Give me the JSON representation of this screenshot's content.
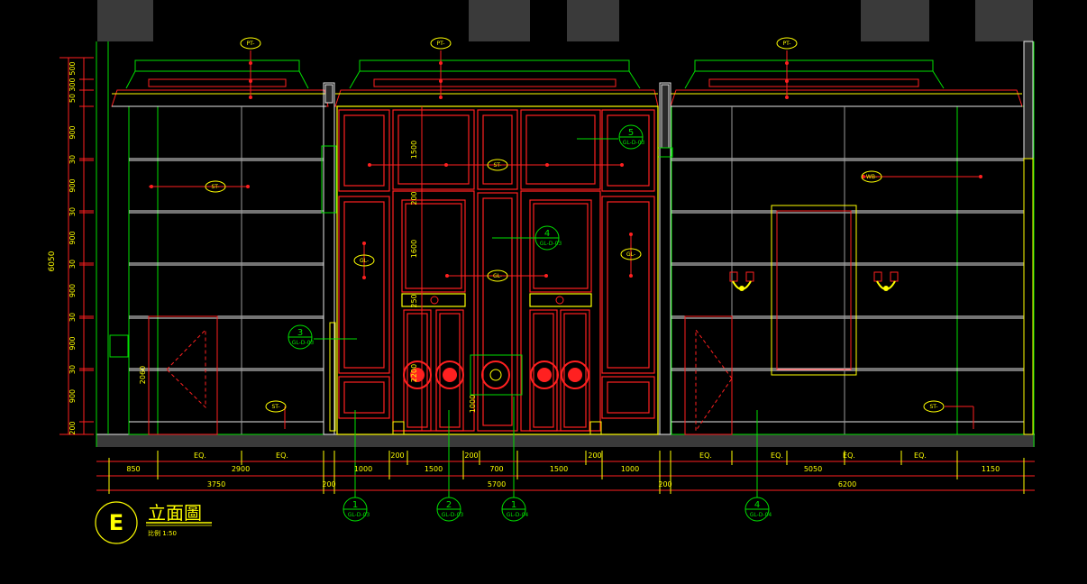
{
  "colors": {
    "background": "#000000",
    "red": "#ff2020",
    "green": "#00e000",
    "yellow": "#ffff00",
    "white": "#e8e8e8",
    "gray": "#3a3a3a",
    "cyan": "#00e0e0"
  },
  "title_block": {
    "letter": "E",
    "title": "立面圖",
    "scale": "比例 1:50"
  },
  "vertical_dims": {
    "total": "6050",
    "segments": [
      "500",
      "300",
      "50",
      "900",
      "30",
      "900",
      "30",
      "900",
      "30",
      "900",
      "30",
      "900",
      "30",
      "900",
      "200"
    ]
  },
  "row1_dims": [
    "EQ.",
    "EQ.",
    "200",
    "200",
    "200",
    "EQ.",
    "EQ.",
    "EQ.",
    "EQ."
  ],
  "row2_dims": [
    "850",
    "2900",
    "1000",
    "1500",
    "700",
    "1500",
    "1000",
    "5050",
    "1150"
  ],
  "row3_dims": [
    "3750",
    "200",
    "5700",
    "200",
    "6200"
  ],
  "material_tags": {
    "pt_left": "PT-",
    "pt_center": "PT-",
    "pt_right": "PT-",
    "st_left": "ST-",
    "st_center": "ST-",
    "st_bottom_left": "ST-",
    "st_bottom_right": "ST-",
    "wb": "WB-",
    "gl_center": "GL-",
    "gl_left": "GL-",
    "gl_right": "GL-"
  },
  "door_dims": {
    "d1500": "1500",
    "d200": "200",
    "d1600": "1600",
    "d250": "250",
    "d2200": "2200",
    "d1000": "1000",
    "d2060": "2060"
  },
  "detail_callouts": [
    {
      "num": "5",
      "code": "GL-D-03"
    },
    {
      "num": "4",
      "code": "GL-D-03"
    },
    {
      "num": "3",
      "code": "GL-D-03"
    }
  ],
  "section_markers": [
    {
      "num": "1",
      "code": "GL-D-03"
    },
    {
      "num": "2",
      "code": "GL-D-03"
    },
    {
      "num": "1",
      "code": "GL-D-04"
    },
    {
      "num": "4",
      "code": "GL-D-04"
    }
  ]
}
